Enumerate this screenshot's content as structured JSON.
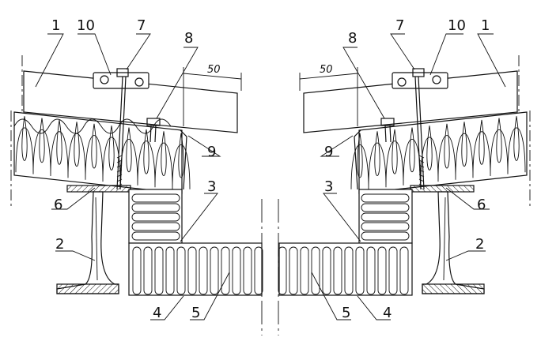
{
  "callouts": {
    "n1": "1",
    "n2": "2",
    "n3": "3",
    "n4": "4",
    "n5": "5",
    "n6": "6",
    "n7": "7",
    "n8": "8",
    "n9": "9",
    "n10": "10"
  },
  "dimension": "50"
}
